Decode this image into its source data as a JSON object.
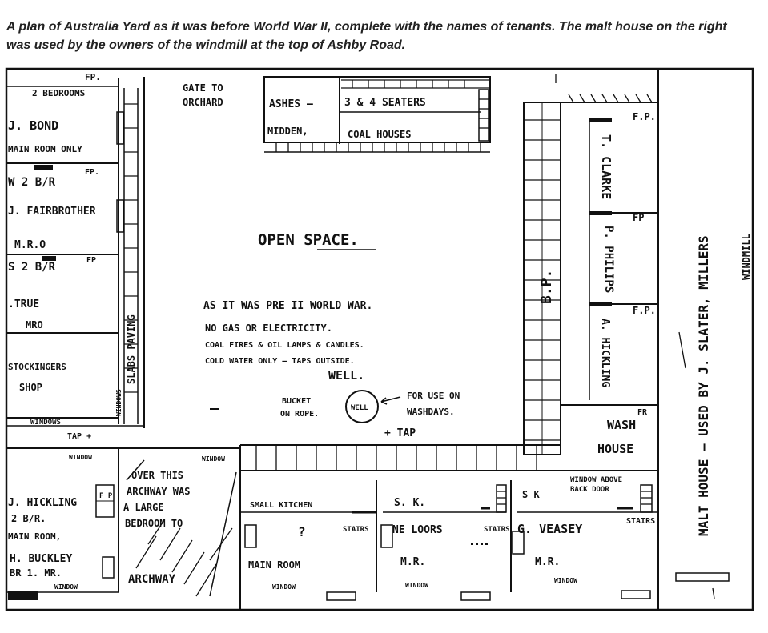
{
  "caption": {
    "line1": "A plan of Australia Yard as it was before World War II, complete with the names of tenants. The malt house on the right",
    "line2": "was used by the owners of the windmill at the top of Ashby Road."
  },
  "labels": {
    "fp_top": "FP.",
    "bedrooms_2": "2 BEDROOMS",
    "j_bond": "J. BOND",
    "main_room_only": "MAIN ROOM ONLY",
    "w_2br": "W  2 B/R",
    "fp_w": "FP.",
    "j_fairbrother": "J. FAIRBROTHER",
    "mro1": "M.R.O",
    "s_2br": "S  2 B/R",
    "fp_s": "FP",
    "true": ".TRUE",
    "mro2": "MRO",
    "stockingers": "STOCKINGERS",
    "shop": "SHOP",
    "slabs_paving": "SLABS PAVING",
    "window_left": "WINDOWS",
    "tap_left": "TAP +",
    "window_left2": "WINDOW",
    "gate1": "GATE TO",
    "gate2": "ORCHARD",
    "ashes": "ASHES –",
    "midden": "MIDDEN,",
    "seaters": "3 & 4 SEATERS",
    "coal_houses": "COAL HOUSES",
    "open_space": "OPEN SPACE.",
    "pre_war": "AS IT WAS PRE II WORLD WAR.",
    "no_gas": "NO GAS OR ELECTRICITY.",
    "coal_fires": "COAL FIRES & OIL LAMPS & CANDLES.",
    "cold_water": "COLD WATER ONLY – TAPS OUTSIDE.",
    "well": "WELL.",
    "well_inner": "WELL",
    "bucket1": "BUCKET",
    "bucket2": "ON ROPE.",
    "for_use1": "FOR USE ON",
    "for_use2": "WASHDAYS.",
    "tap_mid": "+ TAP",
    "bp": "B.P.",
    "fp_r1": "F.P.",
    "clarke": "T. CLARKE",
    "fp_r2": "FP",
    "p_philips": "P. PHILIPS",
    "fp_r3": "F.P.",
    "hickling_r": "A. HICKLING",
    "fr": "FR",
    "wash": "WASH",
    "house": "HOUSE",
    "window_above": "WINDOW ABOVE",
    "back_door": "BACK DOOR",
    "stairs_r": "STAIRS",
    "malt_house": "MALT HOUSE – USED BY J. SLATER, MILLERS",
    "windmill": "WINDMILL",
    "hickling_l": "J. HICKLING",
    "two_br": "2 B/R.",
    "main_room_l": "MAIN ROOM,",
    "buckley": "H. BUCKLEY",
    "br_mr": "BR 1. MR.",
    "window_bl": "WINDOW",
    "fp_box": "F P",
    "over1": "OVER THIS",
    "over2": "ARCHWAY WAS",
    "over3": "A LARGE",
    "over4": "BEDROOM TO",
    "archway": "ARCHWAY",
    "small_kitchen": "SMALL KITCHEN",
    "question": "?",
    "main_room_b": "MAIN ROOM",
    "sk": "S. K.",
    "stairs_b1": "STAIRS",
    "ne_loors": "NE LOORS",
    "stairs_b2": "STAIRS",
    "veasey": "G. VEASEY",
    "mr_b1": "M.R.",
    "mr_b2": "M.R.",
    "sk2": "S K",
    "window_b1": "WINDOW",
    "window_b2": "WINDOW",
    "window_b3": "WINDOW",
    "window_b4": "WINDOW"
  }
}
